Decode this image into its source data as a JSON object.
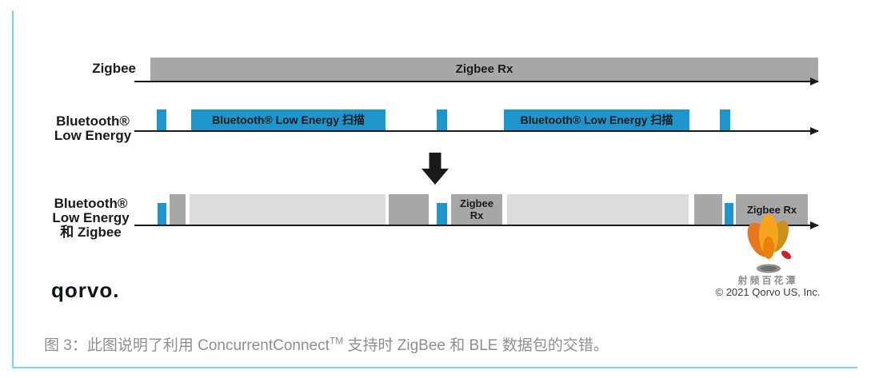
{
  "colors": {
    "blue": "#1E96CC",
    "bar-gray": "#A7A7A7",
    "light-gray": "#DCDCDC",
    "panel-blue": "#EDF6FB",
    "border-cyan": "#7DD2F0",
    "caption-gray": "#8A9096",
    "watermark-gray": "#8F8F8F",
    "copyright-ink": "#3C3C3C",
    "ink": "#1A1A1A"
  },
  "figure": {
    "zigbee_row": {
      "label": "Zigbee",
      "bar_label": "Zigbee Rx"
    },
    "ble_row": {
      "label_line1": "Bluetooth®",
      "label_line2": "Low Energy",
      "scan_label": "Bluetooth® Low Energy 扫描"
    },
    "combined_row": {
      "label_line1": "Bluetooth®",
      "label_line2": "Low Energy",
      "label_line3": "和 Zigbee",
      "block1_label_line1": "Zigbee",
      "block1_label_line2": "Rx",
      "block2_label": "Zigbee Rx"
    }
  },
  "branding": {
    "qorvo_logo": "qorvo.",
    "watermark_text": "射频百花潭",
    "copyright": "© 2021 Qorvo US, Inc."
  },
  "caption": {
    "prefix": "图 3：此图说明了利用 ConcurrentConnect",
    "superscript": "TM",
    "suffix": " 支持时 ZigBee 和 BLE 数据包的交错。"
  }
}
